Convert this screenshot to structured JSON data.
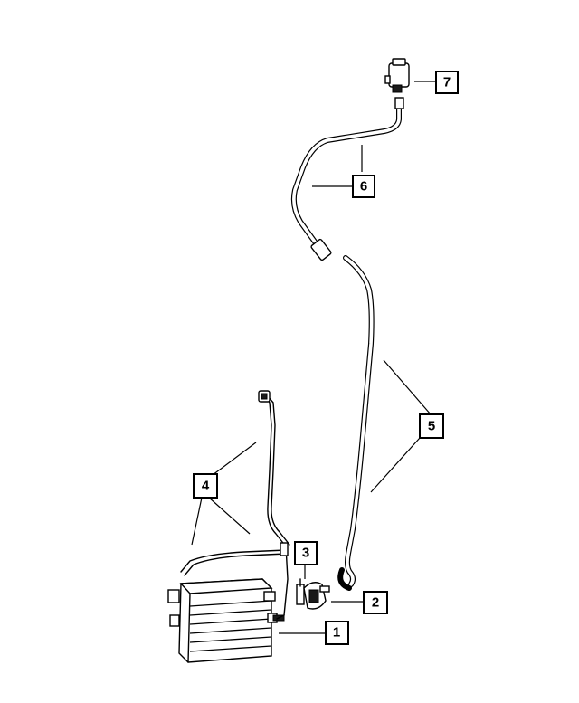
{
  "callouts": [
    {
      "id": "callout-1",
      "label": "1"
    },
    {
      "id": "callout-2",
      "label": "2"
    },
    {
      "id": "callout-3",
      "label": "3"
    },
    {
      "id": "callout-4",
      "label": "4"
    },
    {
      "id": "callout-5",
      "label": "5"
    },
    {
      "id": "callout-6",
      "label": "6"
    },
    {
      "id": "callout-7",
      "label": "7"
    }
  ],
  "parts": [
    {
      "callout": "1",
      "name": "vapor-canister"
    },
    {
      "callout": "2",
      "name": "leak-detection-pump"
    },
    {
      "callout": "3",
      "name": "pump-bracket"
    },
    {
      "callout": "4",
      "name": "vapor-harness"
    },
    {
      "callout": "5",
      "name": "vapor-hose-lower"
    },
    {
      "callout": "6",
      "name": "vapor-hose-upper"
    },
    {
      "callout": "7",
      "name": "purge-valve"
    }
  ],
  "colors": {
    "line": "#000000",
    "background": "#ffffff"
  }
}
